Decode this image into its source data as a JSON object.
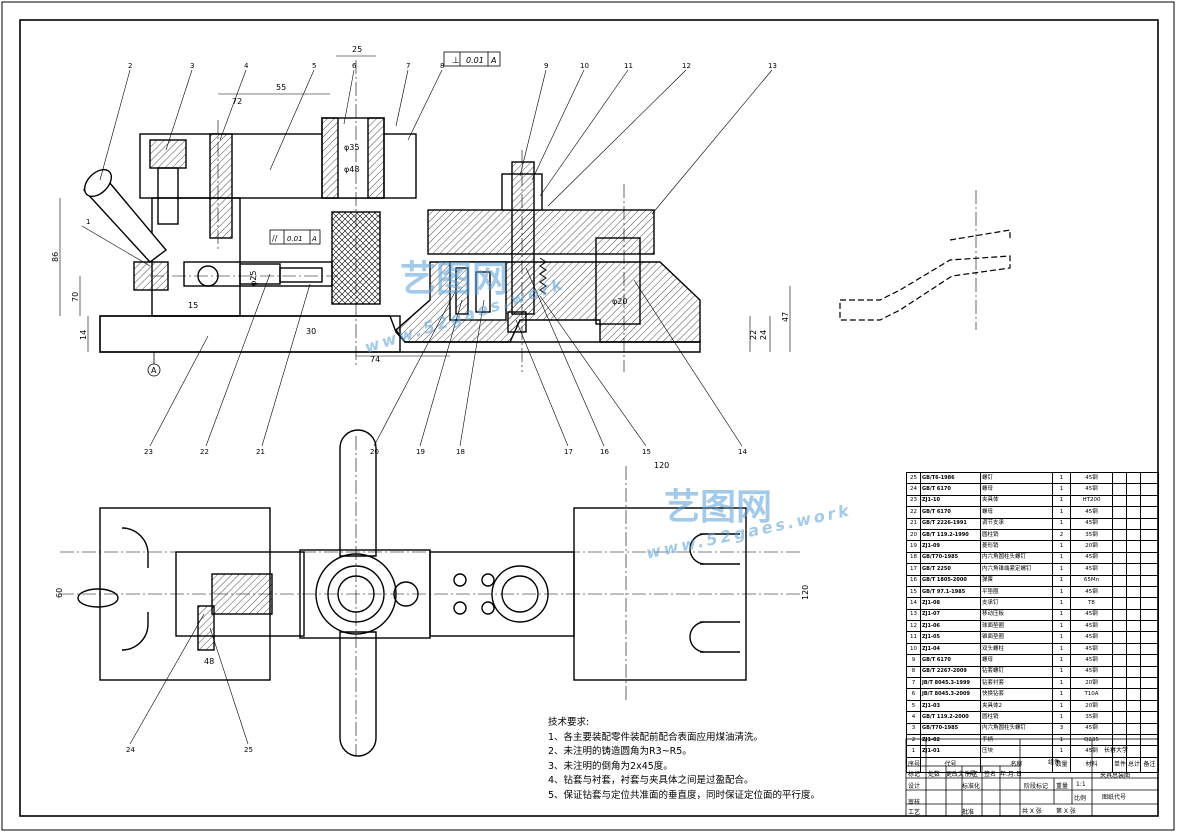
{
  "drawing": {
    "balloons": [
      "1",
      "2",
      "3",
      "4",
      "5",
      "6",
      "7",
      "8",
      "9",
      "10",
      "11",
      "12",
      "13",
      "14",
      "15",
      "16",
      "17",
      "18",
      "19",
      "20",
      "21",
      "22",
      "23",
      "24",
      "25"
    ],
    "dimensions": [
      "25",
      "55",
      "72",
      "86",
      "70",
      "14",
      "15",
      "30",
      "φ25",
      "φ35",
      "φ48",
      "φ20",
      "74",
      "47",
      "22",
      "24",
      "120",
      "60",
      "48",
      "120"
    ],
    "tolerance_frames": [
      {
        "symbol": "⊥",
        "value": "0.01",
        "datum": "A"
      },
      {
        "symbol": "//",
        "value": "0.01",
        "datum": "A"
      }
    ],
    "datum_label": "A"
  },
  "notes": {
    "title": "技术要求:",
    "items": [
      "1、各主要装配零件装配前配合表面应用煤油清洗。",
      "2、未注明的铸造圆角为R3~R5。",
      "3、未注明的倒角为2x45度。",
      "4、钻套与衬套，衬套与夹具体之间是过盈配合。",
      "5、保证钻套与定位共准面的垂直度，同时保证定位面的平行度。"
    ]
  },
  "bom": {
    "rows": [
      {
        "no": "25",
        "code": "GB/T6-1986",
        "name": "螺钉",
        "qty": "1",
        "mat": "45钢"
      },
      {
        "no": "24",
        "code": "GB/T 6170",
        "name": "螺母",
        "qty": "1",
        "mat": "45钢"
      },
      {
        "no": "23",
        "code": "ZJ1-10",
        "name": "夹具体",
        "qty": "1",
        "mat": "HT200"
      },
      {
        "no": "22",
        "code": "GB/T 6170",
        "name": "螺母",
        "qty": "1",
        "mat": "45钢"
      },
      {
        "no": "21",
        "code": "GB/T 2226-1991",
        "name": "调节支承",
        "qty": "1",
        "mat": "45钢"
      },
      {
        "no": "20",
        "code": "GB/T 119.2-1990",
        "name": "圆柱销",
        "qty": "2",
        "mat": "35钢"
      },
      {
        "no": "19",
        "code": "ZJ1-09",
        "name": "菱形销",
        "qty": "1",
        "mat": "20钢"
      },
      {
        "no": "18",
        "code": "GB/T70-1985",
        "name": "内六角圆柱头螺钉",
        "qty": "1",
        "mat": "45钢"
      },
      {
        "no": "17",
        "code": "GB/T 2250",
        "name": "内六角锥端紧定螺钉",
        "qty": "1",
        "mat": "45钢"
      },
      {
        "no": "16",
        "code": "GB/T 1805-2000",
        "name": "弹簧",
        "qty": "1",
        "mat": "65Mn"
      },
      {
        "no": "15",
        "code": "GB/T 97.1-1985",
        "name": "平垫圈",
        "qty": "1",
        "mat": "45钢"
      },
      {
        "no": "14",
        "code": "ZJ1-08",
        "name": "支承钉",
        "qty": "1",
        "mat": "T8"
      },
      {
        "no": "13",
        "code": "ZJ1-07",
        "name": "移动压板",
        "qty": "1",
        "mat": "45钢"
      },
      {
        "no": "12",
        "code": "ZJ1-06",
        "name": "球面垫圈",
        "qty": "1",
        "mat": "45钢"
      },
      {
        "no": "11",
        "code": "ZJ1-05",
        "name": "锥面垫圈",
        "qty": "1",
        "mat": "45钢"
      },
      {
        "no": "10",
        "code": "ZJ1-04",
        "name": "双头螺柱",
        "qty": "1",
        "mat": "45钢"
      },
      {
        "no": "9",
        "code": "GB/T 6170",
        "name": "螺母",
        "qty": "1",
        "mat": "45钢"
      },
      {
        "no": "8",
        "code": "GB/T 2267-2009",
        "name": "钻套螺钉",
        "qty": "1",
        "mat": "45钢"
      },
      {
        "no": "7",
        "code": "JB/T 8045.3-1999",
        "name": "钻套衬套",
        "qty": "1",
        "mat": "20钢"
      },
      {
        "no": "6",
        "code": "JB/T 8045.3-2009",
        "name": "快换钻套",
        "qty": "1",
        "mat": "T10A"
      },
      {
        "no": "5",
        "code": "ZJ1-03",
        "name": "夹具体2",
        "qty": "1",
        "mat": "20钢"
      },
      {
        "no": "4",
        "code": "GB/T 119.2-2000",
        "name": "圆柱销",
        "qty": "1",
        "mat": "35钢"
      },
      {
        "no": "3",
        "code": "GB/T70-1985",
        "name": "内六角圆柱头螺钉",
        "qty": "3",
        "mat": "45钢"
      },
      {
        "no": "2",
        "code": "ZJ1-02",
        "name": "手柄",
        "qty": "1",
        "mat": "Q235"
      },
      {
        "no": "1",
        "code": "ZJ1-01",
        "name": "压块",
        "qty": "1",
        "mat": "45钢"
      }
    ],
    "header": [
      "序号",
      "代号",
      "名称",
      "数量",
      "材料",
      "单件",
      "总计",
      "备注",
      "重量"
    ]
  },
  "title_block": {
    "school": "长春大学",
    "drawing_name": "夹具总装图",
    "part_label": "组件",
    "drawing_no": "图纸代号",
    "scale": "1:1",
    "sheets_total": "共 X 张",
    "sheet_no": "第 X 张",
    "labels": [
      "标记",
      "处数",
      "分区",
      "更改文件号",
      "签名",
      "年.月.日",
      "设计",
      "标准化",
      "阶段标记",
      "重量",
      "比例",
      "审核",
      "工艺",
      "批准"
    ]
  },
  "watermark": {
    "cn": "艺图网",
    "url": "www.52gaes.work"
  }
}
